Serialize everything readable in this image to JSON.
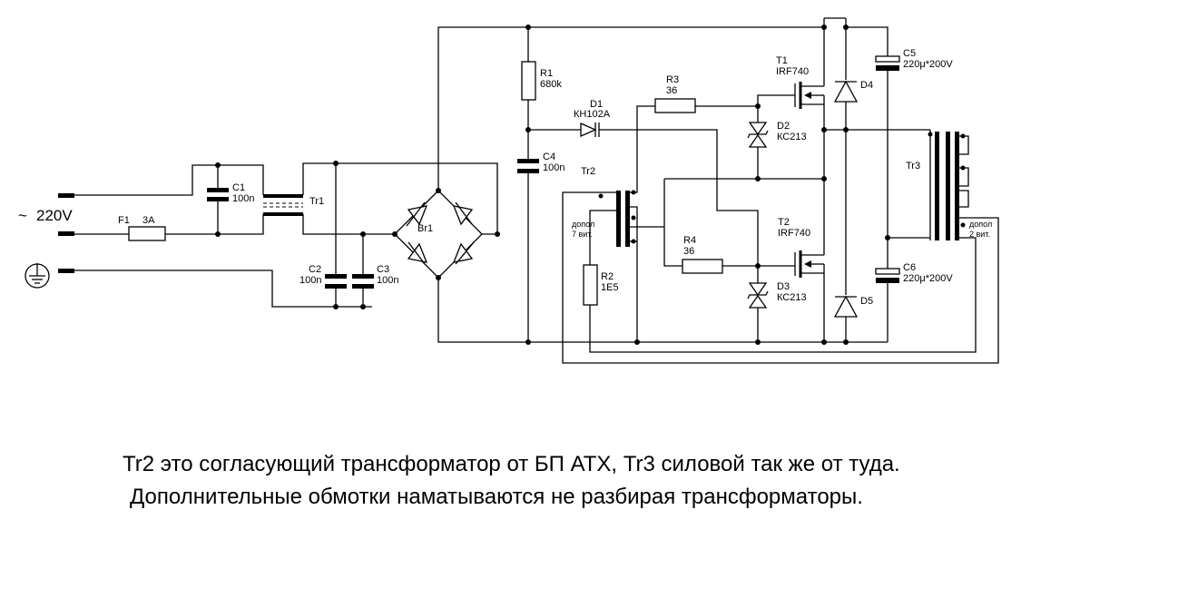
{
  "mains": {
    "voltage_label": "220V"
  },
  "fuse": {
    "ref": "F1",
    "rating": "3A"
  },
  "capacitors": {
    "c1": {
      "ref": "C1",
      "value": "100n"
    },
    "c2": {
      "ref": "C2",
      "value": "100n"
    },
    "c3": {
      "ref": "C3",
      "value": "100n"
    },
    "c4": {
      "ref": "C4",
      "value": "100n"
    },
    "c5": {
      "ref": "C5",
      "value": "220μ*200V"
    },
    "c6": {
      "ref": "C6",
      "value": "220μ*200V"
    }
  },
  "transformers": {
    "tr1": {
      "ref": "Tr1"
    },
    "tr2": {
      "ref": "Tr2",
      "extra_winding": [
        "допол",
        "7 вит."
      ]
    },
    "tr3": {
      "ref": "Tr3",
      "extra_winding": [
        "допол",
        "2 вит."
      ]
    }
  },
  "bridge": {
    "ref": "Br1"
  },
  "resistors": {
    "r1": {
      "ref": "R1",
      "value": "680k"
    },
    "r2": {
      "ref": "R2",
      "value": "1E5"
    },
    "r3": {
      "ref": "R3",
      "value": "36"
    },
    "r4": {
      "ref": "R4",
      "value": "36"
    }
  },
  "diodes": {
    "d1": {
      "ref": "D1",
      "part": "КН102А"
    },
    "d2": {
      "ref": "D2",
      "part": "КС213"
    },
    "d3": {
      "ref": "D3",
      "part": "КС213"
    },
    "d4": {
      "ref": "D4"
    },
    "d5": {
      "ref": "D5"
    }
  },
  "transistors": {
    "t1": {
      "ref": "T1",
      "part": "IRF740"
    },
    "t2": {
      "ref": "T2",
      "part": "IRF740"
    }
  },
  "caption": {
    "line1": "Tr2 это согласующий трансформатор от БП АТХ, Tr3 силовой так же от туда.",
    "line2": "Дополнительные обмотки наматываются не разбирая трансформаторы."
  }
}
